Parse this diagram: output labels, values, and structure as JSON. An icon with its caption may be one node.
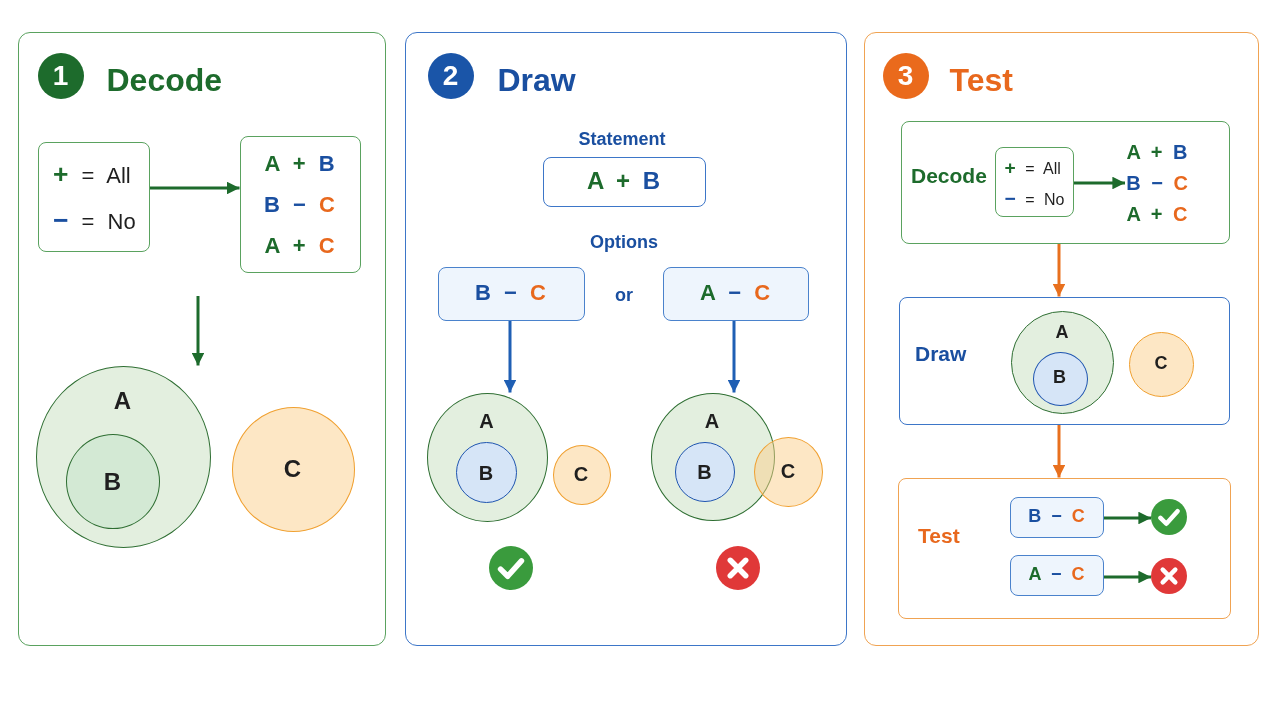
{
  "diagram": {
    "nodes": [
      {
        "text": [
          "Decode"
        ]
      },
      {
        "text": [
          "1"
        ],
        "in": 0
      },
      {
        "text": [
          "+ = All",
          "− = No"
        ],
        "in": 0
      },
      {
        "text": [
          "A + B",
          "B − C",
          "A + C"
        ],
        "in": 0
      },
      {
        "text": [
          "A"
        ],
        "in": 0
      },
      {
        "text": [
          "B"
        ],
        "in": 4
      },
      {
        "text": [
          "C"
        ],
        "in": 0
      },
      {
        "text": [
          "Draw"
        ]
      },
      {
        "text": [
          "2"
        ],
        "in": 7
      },
      {
        "text": [
          "A + B"
        ],
        "beside": [
          "Statement"
        ],
        "in": 7
      },
      {
        "text": [
          "B − C"
        ],
        "in": 7
      },
      {
        "text": [
          "A − C"
        ],
        "in": 7
      },
      {
        "text": [
          "A"
        ],
        "in": 7
      },
      {
        "text": [
          "B"
        ],
        "in": 12
      },
      {
        "text": [
          "C"
        ],
        "in": 7
      },
      {
        "text": [
          "A"
        ],
        "in": 7
      },
      {
        "text": [
          "B"
        ],
        "in": 15
      },
      {
        "text": [
          "C"
        ],
        "in": 7
      },
      {
        "text": [
          "Test"
        ]
      },
      {
        "text": [
          "3"
        ],
        "in": 18
      },
      {
        "text": [
          "Decode"
        ],
        "in": 18
      },
      {
        "text": [
          "+ = All",
          "− = No"
        ],
        "in": 20
      },
      {
        "text": [
          "A + B",
          "B − C",
          "A + C"
        ],
        "in": 20
      },
      {
        "text": [
          "Draw"
        ],
        "in": 18
      },
      {
        "text": [
          "A"
        ],
        "in": 23
      },
      {
        "text": [
          "B"
        ],
        "in": 24
      },
      {
        "text": [
          "C"
        ],
        "in": 23
      },
      {
        "text": [
          "Test"
        ],
        "in": 18
      },
      {
        "text": [
          "B − C"
        ],
        "in": 27
      },
      {
        "text": [],
        "shape": "circle",
        "in": 27
      },
      {
        "text": [
          "A − C"
        ],
        "in": 27
      },
      {
        "text": [],
        "shape": "circle",
        "in": 27
      }
    ],
    "edges": [
      {
        "from": 2,
        "to": 3,
        "arrow": "to"
      },
      {
        "from": null,
        "to": 4,
        "arrow": "to"
      },
      {
        "from": 10,
        "to": 12,
        "arrow": "to",
        "color": "#1f5fb4"
      },
      {
        "from": 11,
        "to": 15,
        "arrow": "to",
        "color": "#1f5fb4"
      },
      {
        "from": 21,
        "to": 22,
        "arrow": "to"
      },
      {
        "from": 20,
        "to": 23,
        "arrow": "to",
        "color": "#e8701e"
      },
      {
        "from": 23,
        "to": 27,
        "arrow": "to",
        "color": "#e8701e"
      },
      {
        "from": 28,
        "to": 29,
        "arrow": "to"
      },
      {
        "from": 30,
        "to": 31,
        "arrow": "to"
      }
    ],
    "labels": [
      "Options",
      "or"
    ]
  }
}
